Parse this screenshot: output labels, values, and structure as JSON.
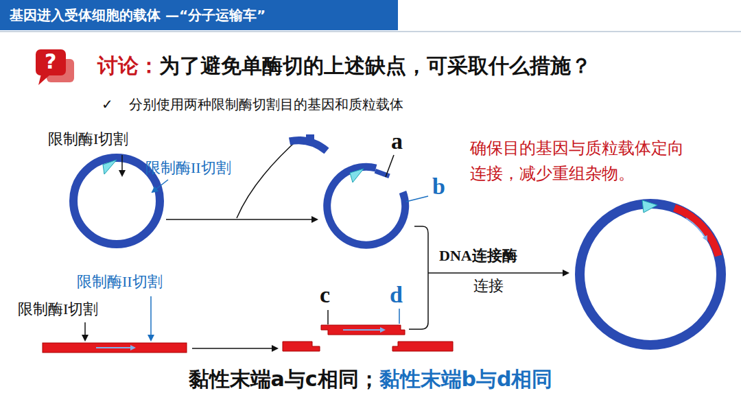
{
  "diagram": {
    "title": "基因进入受体细胞的载体 —“分子运输车”",
    "labels": [
      "?",
      "讨论：",
      "为了避免单酶切的上述缺点，可采取什么措施？",
      "✓",
      "分别使用两种限制酶切割目的基因和质粒载体",
      "限制酶I切割",
      "限制酶II切割",
      "a",
      "b",
      "确保目的基因与质粒载体定向连接，减少重组杂物。",
      "限制酶II切割",
      "限制酶I切割",
      "c",
      "d",
      "DNA连接酶",
      "连接",
      "黏性末端a与c相同；",
      "黏性末端b与d相同"
    ]
  }
}
